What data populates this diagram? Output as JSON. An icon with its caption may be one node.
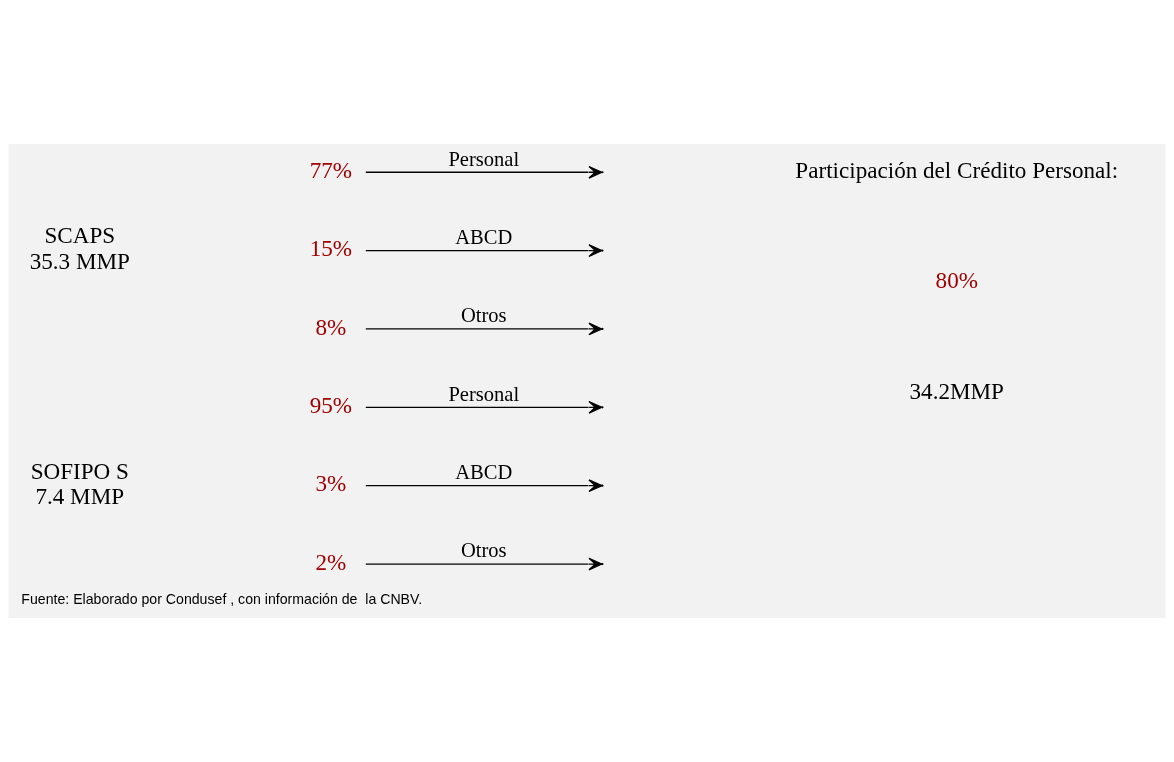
{
  "diagram": {
    "caption": "Fuente: Elaborado por Condusef , con información de  la CNBV.",
    "nodes": [
      {
        "text": [
          "SOFIPO S",
          "7.4 MMP"
        ]
      },
      {
        "text": [
          "95%"
        ]
      },
      {
        "text": [
          "3%"
        ]
      },
      {
        "text": [
          "2%"
        ]
      },
      {
        "text": [
          "SCAPS",
          "35.3 MMP"
        ]
      },
      {
        "text": [
          "77%"
        ]
      },
      {
        "text": [
          "15%"
        ]
      },
      {
        "text": [
          "8%"
        ]
      }
    ],
    "edges": [
      {
        "from": 1,
        "to": null,
        "arrow": "to",
        "label": "Personal"
      },
      {
        "from": 2,
        "to": null,
        "arrow": "to",
        "label": "ABCD"
      },
      {
        "from": 3,
        "to": null,
        "arrow": "to",
        "label": "Otros"
      },
      {
        "from": 5,
        "to": null,
        "arrow": "to",
        "label": "Personal"
      },
      {
        "from": 6,
        "to": null,
        "arrow": "to",
        "label": "ABCD"
      },
      {
        "from": 7,
        "to": null,
        "arrow": "to",
        "label": "Otros"
      }
    ],
    "labels": [
      "Participación del Crédito Personal:",
      "80%",
      "34.2MMP"
    ]
  }
}
